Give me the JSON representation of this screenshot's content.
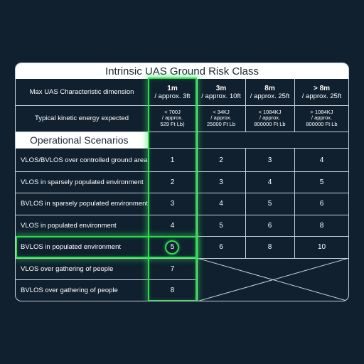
{
  "title": "Intrinsic UAS Ground Risk Class",
  "header_rows": {
    "dimension_label": "Max UAS Characteristic dimension",
    "energy_label": "Typical kinetic energy expected"
  },
  "columns": [
    {
      "size": "1m",
      "approx": "/ approx. 3ft",
      "energy": [
        "< 700J",
        "/ approx.",
        "529 Ft Lb)"
      ]
    },
    {
      "size": "3m",
      "approx": "/ approx. 10ft",
      "energy": [
        "< 34KJ",
        "/ approx.",
        "25000 Ft Lb"
      ]
    },
    {
      "size": "8m",
      "approx": "/ approx. 25ft",
      "energy": [
        "< 1084KJ",
        "/ approx.",
        "800000 Ft Lb"
      ]
    },
    {
      "size": "> 8m",
      "approx": "/ approx. 25ft",
      "energy": [
        "> 1084KJ",
        "/ approx.",
        "800000 Ft Lb"
      ]
    }
  ],
  "section_title": "Operational Scenarios",
  "rows": [
    {
      "label": "VLOS/BVLOS over controlled ground area",
      "values": [
        "1",
        "2",
        "3",
        "4"
      ]
    },
    {
      "label": "VLOS in sparsely populated environment",
      "values": [
        "2",
        "3",
        "4",
        "5"
      ]
    },
    {
      "label": "BVLOS in sparsely populated environment",
      "values": [
        "3",
        "4",
        "5",
        "6"
      ]
    },
    {
      "label": "VLOS in populated environment",
      "values": [
        "4",
        "5",
        "6",
        "8"
      ]
    },
    {
      "label": "BVLOS in populated environment",
      "values": [
        "5",
        "6",
        "8",
        "10"
      ]
    },
    {
      "label": "VLOS over gathering of people",
      "values": [
        "7"
      ]
    },
    {
      "label": "BVLOS over gathering of people",
      "values": [
        "8"
      ]
    }
  ],
  "highlight": {
    "column": 0,
    "row": 4,
    "color": "#2be04f"
  },
  "colors": {
    "background": "#10202f",
    "border": "#c9d2da",
    "accent": "#2be04f"
  }
}
